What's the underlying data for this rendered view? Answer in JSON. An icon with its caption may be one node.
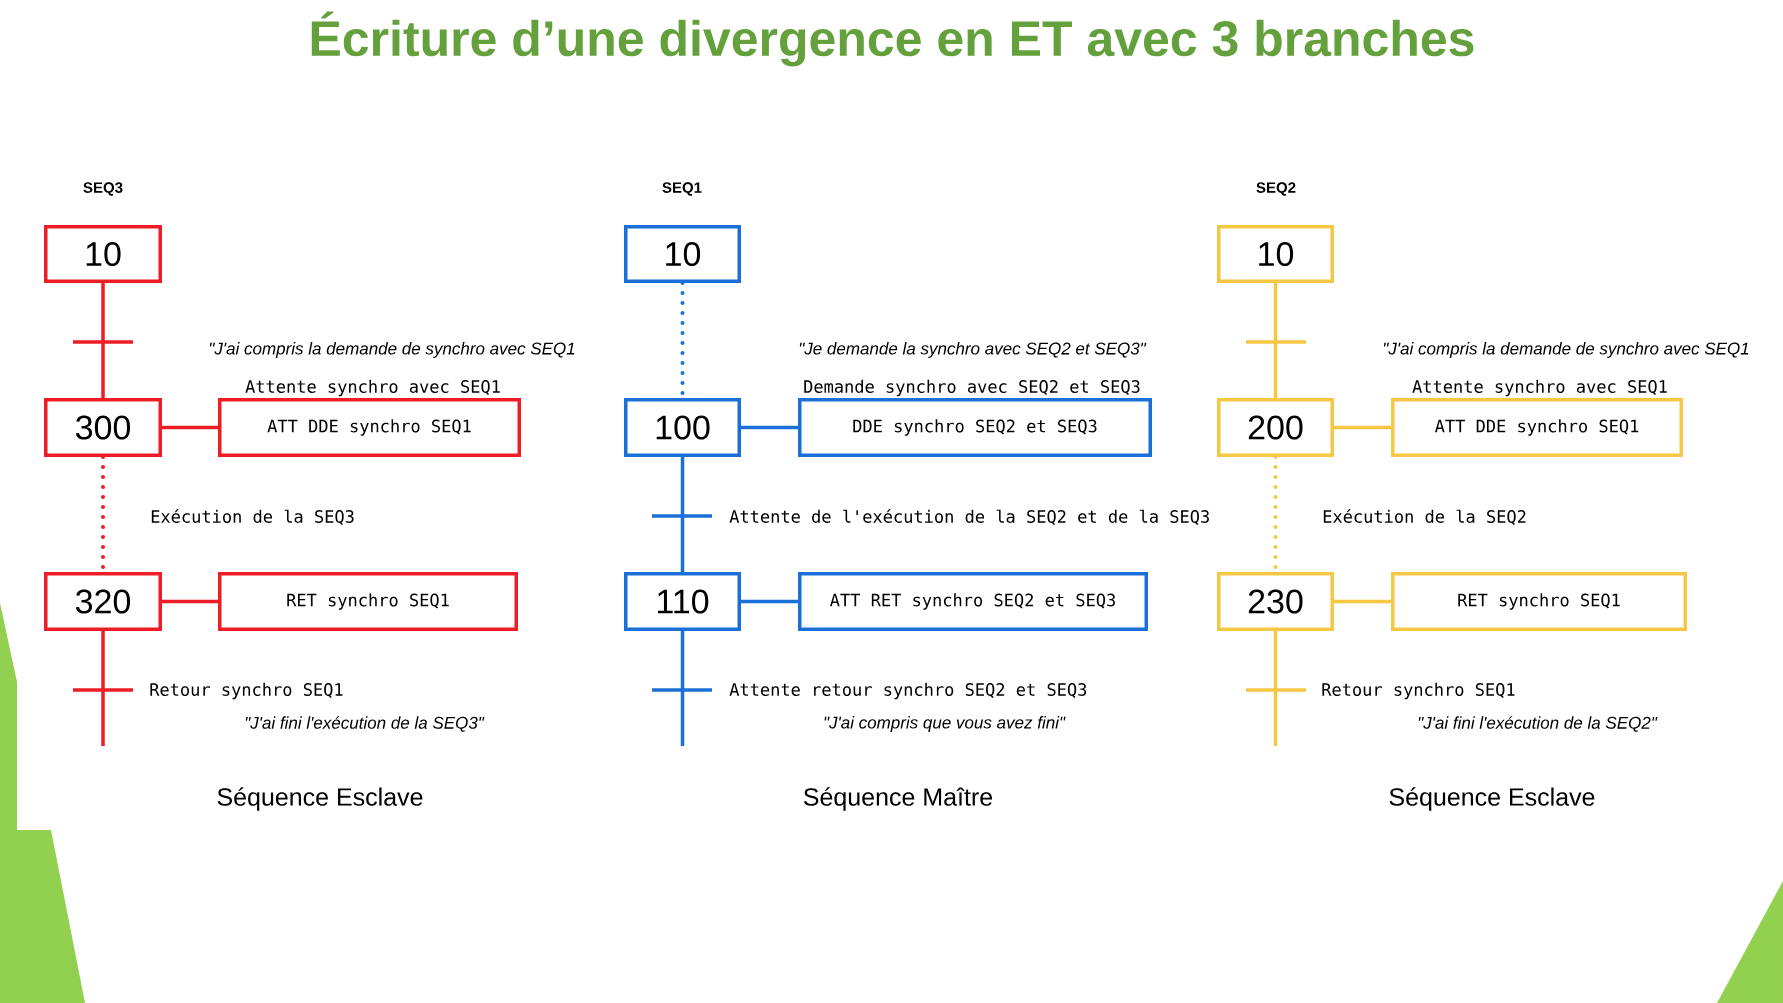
{
  "diagram": {
    "title": "Écriture d’une divergence en ET avec 3 branches",
    "nodes": [
      {
        "text": [
          "10"
        ]
      },
      {
        "text": [
          "300"
        ]
      },
      {
        "text": [
          "ATT DDE synchro SEQ1"
        ]
      },
      {
        "text": [
          "320"
        ]
      },
      {
        "text": [
          "RET synchro SEQ1"
        ]
      },
      {
        "text": [
          "10"
        ]
      },
      {
        "text": [
          "100"
        ]
      },
      {
        "text": [
          "DDE synchro SEQ2 et SEQ3"
        ]
      },
      {
        "text": [
          "110"
        ]
      },
      {
        "text": [
          "ATT RET synchro SEQ2 et SEQ3"
        ]
      },
      {
        "text": [
          "10"
        ]
      },
      {
        "text": [
          "200"
        ]
      },
      {
        "text": [
          "ATT DDE synchro SEQ1"
        ]
      },
      {
        "text": [
          "230"
        ]
      },
      {
        "text": [
          "RET synchro SEQ1"
        ]
      }
    ],
    "edges": [
      {
        "from": 0,
        "to": 1,
        "arrow": "none",
        "color": "#ee1c25"
      },
      {
        "from": 1,
        "to": 2,
        "arrow": "none",
        "color": "#ee1c25"
      },
      {
        "from": 1,
        "to": 3,
        "arrow": "none",
        "style": "dashed",
        "color": "#ee1c25"
      },
      {
        "from": 3,
        "to": 4,
        "arrow": "none",
        "color": "#ee1c25"
      },
      {
        "from": 3,
        "to": null,
        "arrow": "none",
        "color": "#ee1c25"
      },
      {
        "from": 5,
        "to": 6,
        "arrow": "none",
        "style": "dashed",
        "color": "#1a6fd8"
      },
      {
        "from": 6,
        "to": 7,
        "arrow": "none",
        "color": "#1a6fd8"
      },
      {
        "from": 6,
        "to": 8,
        "arrow": "none",
        "color": "#1a6fd8"
      },
      {
        "from": 8,
        "to": 9,
        "arrow": "none",
        "color": "#1a6fd8"
      },
      {
        "from": 8,
        "to": null,
        "arrow": "none",
        "color": "#1a6fd8"
      },
      {
        "from": 10,
        "to": 11,
        "arrow": "none",
        "color": "#f6c744"
      },
      {
        "from": 11,
        "to": 12,
        "arrow": "none",
        "color": "#f6c744"
      },
      {
        "from": 11,
        "to": 13,
        "arrow": "none",
        "style": "dashed",
        "color": "#f6c744"
      },
      {
        "from": 13,
        "to": 14,
        "arrow": "none",
        "color": "#f6c744"
      },
      {
        "from": 13,
        "to": null,
        "arrow": "none",
        "color": "#f6c744"
      }
    ],
    "labels": [
      "SEQ3",
      "SEQ1",
      "SEQ2",
      "\"J'ai compris la demande de synchro avec SEQ1",
      "\"Je demande la synchro avec SEQ2 et SEQ3\"",
      "\"J'ai compris la demande de synchro avec SEQ1",
      "Attente synchro avec SEQ1",
      "Demande synchro avec SEQ2 et SEQ3",
      "Attente synchro avec SEQ1",
      "Exécution de la SEQ3",
      "Attente de l'exécution de la SEQ2 et de la SEQ3",
      "Exécution de la SEQ2",
      "Retour synchro SEQ1",
      "Attente retour synchro SEQ2 et SEQ3",
      "Retour synchro SEQ1",
      "\"J'ai fini l'exécution de la SEQ3\"",
      "\"J'ai compris que vous avez fini\"",
      "\"J'ai fini l'exécution de la SEQ2\"",
      "Séquence Esclave",
      "Séquence Maître",
      "Séquence Esclave"
    ]
  }
}
